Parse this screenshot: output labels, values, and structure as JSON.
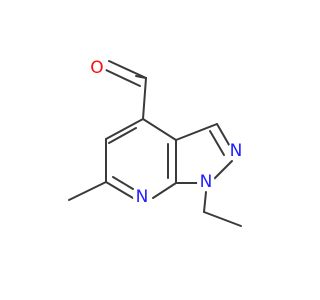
{
  "molecule": {
    "atoms": {
      "oxygen": {
        "symbol": "O",
        "color": "#ff0d0d"
      },
      "nitrogen_pyrazole_2": {
        "symbol": "N",
        "color": "#2020ff"
      },
      "nitrogen_pyrazole_1": {
        "symbol": "N",
        "color": "#2020ff"
      },
      "nitrogen_pyridine": {
        "symbol": "N",
        "color": "#2020ff"
      }
    },
    "bond_color": "#3a3a3a"
  }
}
